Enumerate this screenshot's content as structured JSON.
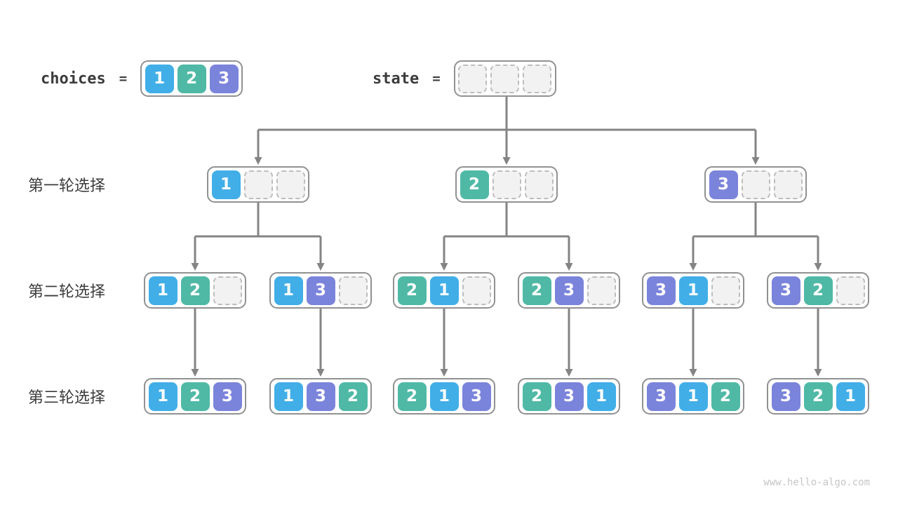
{
  "page": {
    "watermark": "www.hello-algo.com"
  },
  "colors": {
    "value1": "#41AEE8",
    "value2": "#4FB9A6",
    "value3": "#7B84DB",
    "boxBorder": "#919191",
    "emptyFill": "#F2F2F2",
    "emptyBorder": "#BDBDBD",
    "arrow": "#848484",
    "labelText": "#3C3C3C",
    "cellText": "#FFFFFF",
    "watermarkText": "#C6C6C6"
  },
  "header": {
    "choices": {
      "label": "choices",
      "operator": "=",
      "cells": [
        1,
        2,
        3
      ]
    },
    "state": {
      "label": "state",
      "operator": "=",
      "cells": [
        null,
        null,
        null
      ]
    }
  },
  "rounds": [
    {
      "label": "第一轮选择",
      "nodes": [
        [
          1,
          null,
          null
        ],
        [
          2,
          null,
          null
        ],
        [
          3,
          null,
          null
        ]
      ]
    },
    {
      "label": "第二轮选择",
      "nodes": [
        [
          1,
          2,
          null
        ],
        [
          1,
          3,
          null
        ],
        [
          2,
          1,
          null
        ],
        [
          2,
          3,
          null
        ],
        [
          3,
          1,
          null
        ],
        [
          3,
          2,
          null
        ]
      ]
    },
    {
      "label": "第三轮选择",
      "nodes": [
        [
          1,
          2,
          3
        ],
        [
          1,
          3,
          2
        ],
        [
          2,
          1,
          3
        ],
        [
          2,
          3,
          1
        ],
        [
          3,
          1,
          2
        ],
        [
          3,
          2,
          1
        ]
      ]
    }
  ],
  "edges": {
    "state_to_round1": [
      0,
      1,
      2
    ],
    "round1_to_round2": [
      [
        0,
        1
      ],
      [
        2,
        3
      ],
      [
        4,
        5
      ]
    ],
    "round2_to_round3": [
      0,
      1,
      2,
      3,
      4,
      5
    ]
  }
}
